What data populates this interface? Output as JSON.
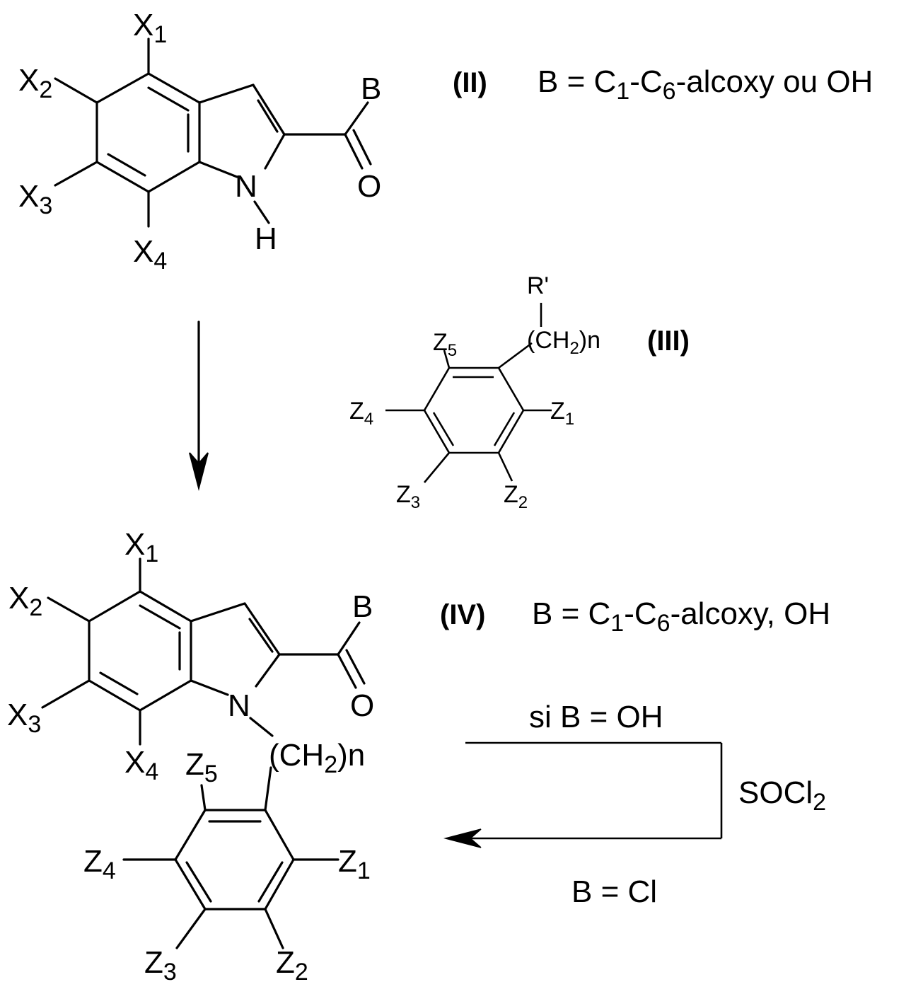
{
  "compound_II": {
    "id": "(II)",
    "desc_prefix": "B = C",
    "desc_sub1": "1",
    "desc_mid": "-C",
    "desc_sub2": "6",
    "desc_suffix": "-alcoxy ou OH",
    "atoms": {
      "X": "X",
      "x1": "1",
      "x2": "2",
      "x3": "3",
      "x4": "4",
      "B": "B",
      "O": "O",
      "N": "N",
      "H": "H"
    }
  },
  "compound_III": {
    "id": "(III)",
    "R": "R'",
    "chain_prefix": "(CH",
    "chain_sub": "2",
    "chain_suffix": ")n",
    "atoms": {
      "Z": "Z",
      "z1": "1",
      "z2": "2",
      "z3": "3",
      "z4": "4",
      "z5": "5"
    }
  },
  "compound_IV": {
    "id": "(IV)",
    "desc_prefix": "B = C",
    "desc_sub1": "1",
    "desc_mid": "-C",
    "desc_sub2": "6",
    "desc_suffix": "-alcoxy, OH",
    "chain_prefix": "(CH",
    "chain_sub": "2",
    "chain_suffix": ")n"
  },
  "reaction": {
    "condition": "si B = OH",
    "reagent_prefix": "SOCl",
    "reagent_sub": "2",
    "result": "B = Cl"
  }
}
